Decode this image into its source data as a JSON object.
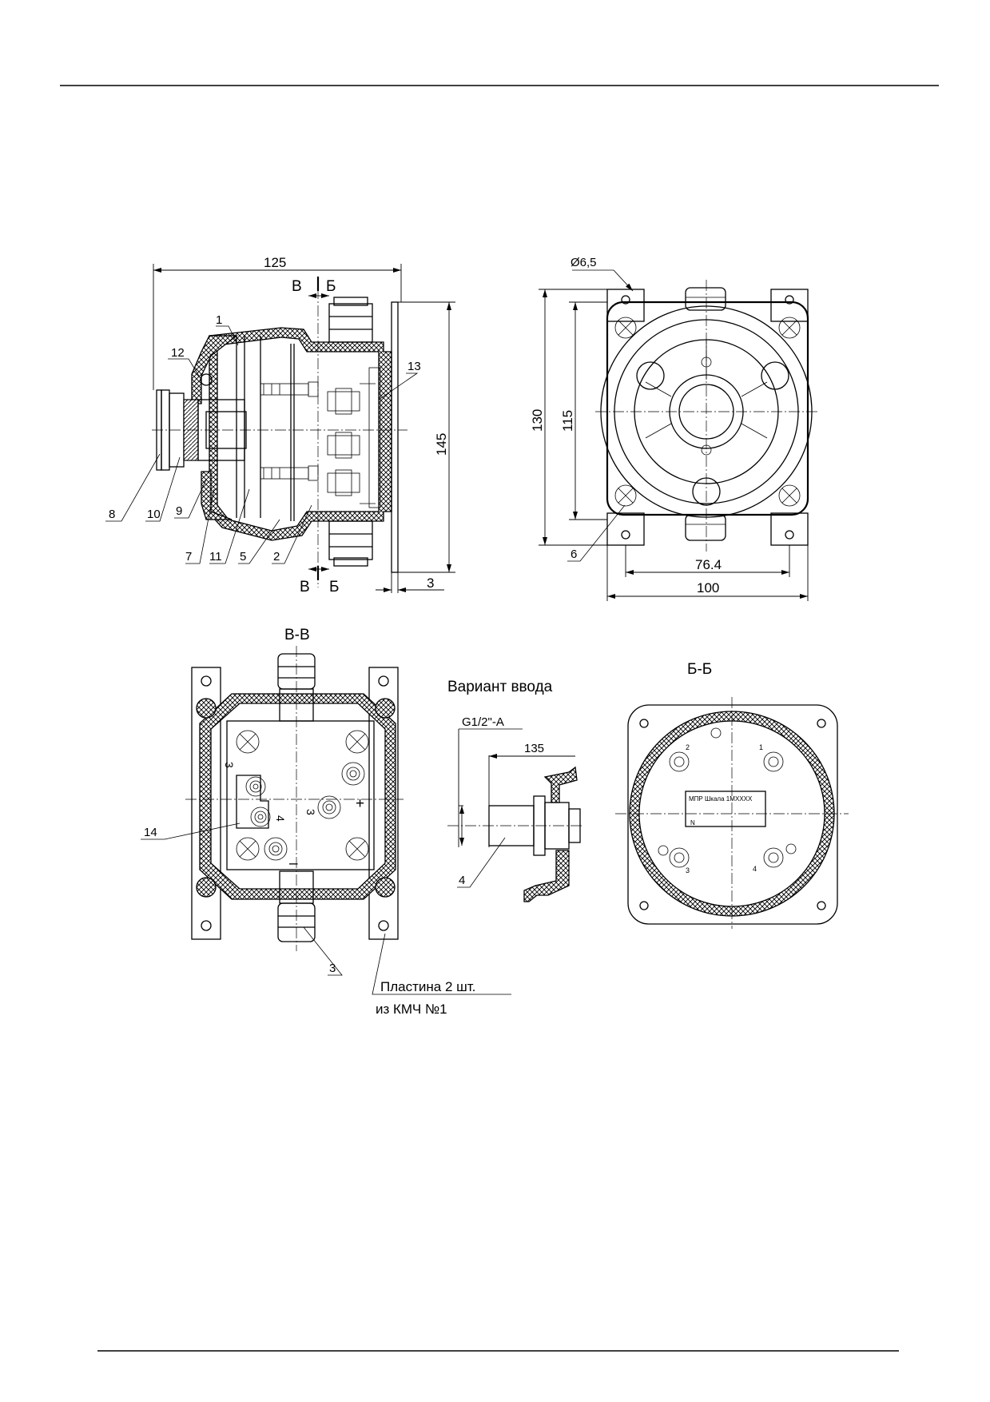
{
  "views": {
    "side": {
      "dimensions": {
        "overall_width": "125",
        "overall_height": "145",
        "plate_offset": "3"
      },
      "section_marks": {
        "v": "В",
        "b": "Б"
      },
      "callouts": {
        "p1": "1",
        "p2": "2",
        "p5": "5",
        "p7": "7",
        "p8": "8",
        "p9": "9",
        "p10": "10",
        "p11": "11",
        "p12": "12",
        "p13": "13"
      }
    },
    "front": {
      "dimensions": {
        "hole_diameter": "Ø6,5",
        "height_outer": "130",
        "height_inner": "115",
        "width_holes": "76.4",
        "width_outer": "100"
      },
      "callouts": {
        "p6": "6"
      }
    },
    "section_vv": {
      "title": "В-В",
      "terminal_labels": {
        "t3a": "3",
        "t4": "4",
        "t3b": "3",
        "plus": "+",
        "minus": "–"
      },
      "callouts": {
        "p14": "14",
        "p3": "3"
      },
      "plate_note": {
        "line1": "Пластина 2 шт.",
        "line2": "из КМЧ №1"
      }
    },
    "entry_variant": {
      "title": "Вариант ввода",
      "thread": "G1/2\"-A",
      "dimension": "135",
      "callouts": {
        "p4": "4"
      }
    },
    "section_bb": {
      "title": "Б-Б",
      "screw_numbers": {
        "n1": "1",
        "n2": "2",
        "n3": "3",
        "n4": "4"
      },
      "nameplate": {
        "line1": "МПР Шкала 1М",
        "line2": "XXXX",
        "line3": "N"
      }
    }
  }
}
